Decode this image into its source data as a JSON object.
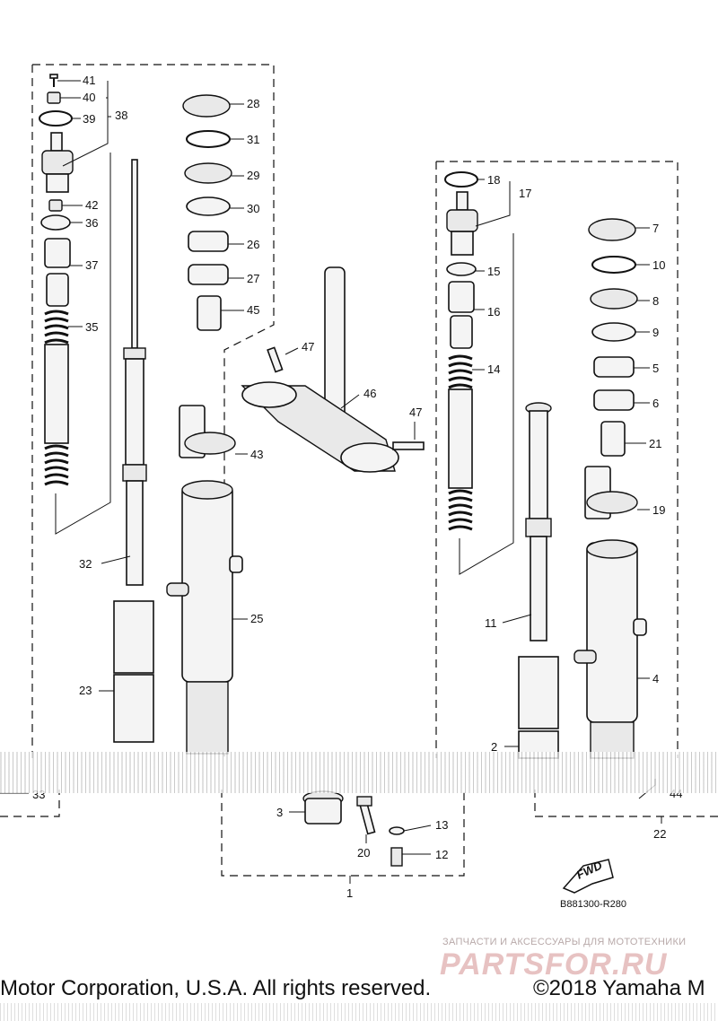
{
  "parts": {
    "p1": "1",
    "p2": "2",
    "p3": "3",
    "p4": "4",
    "p5": "5",
    "p6": "6",
    "p7": "7",
    "p8": "8",
    "p9": "9",
    "p10": "10",
    "p11": "11",
    "p12": "12",
    "p13": "13",
    "p14": "14",
    "p15": "15",
    "p16": "16",
    "p17": "17",
    "p18": "18",
    "p19": "19",
    "p20": "20",
    "p21": "21",
    "p22": "22",
    "p23": "23",
    "p25": "25",
    "p26": "26",
    "p27": "27",
    "p28": "28",
    "p29": "29",
    "p30": "30",
    "p31": "31",
    "p32": "32",
    "p33": "33",
    "p35": "35",
    "p36": "36",
    "p37": "37",
    "p38": "38",
    "p39": "39",
    "p40": "40",
    "p41": "41",
    "p42": "42",
    "p43": "43",
    "p44": "44",
    "p45": "45",
    "p46": "46",
    "p47a": "47",
    "p47b": "47"
  },
  "fwd_label": "FWD",
  "reference_code": "B881300-R280",
  "watermark": {
    "tagline": "ЗАПЧАСТИ И АКСЕССУАРЫ ДЛЯ МОТОТЕХНИКИ",
    "logo": "PARTSFOR.RU"
  },
  "footer": {
    "left": "Motor Corporation, U.S.A. All rights reserved.",
    "right": "©2018 Yamaha M"
  }
}
